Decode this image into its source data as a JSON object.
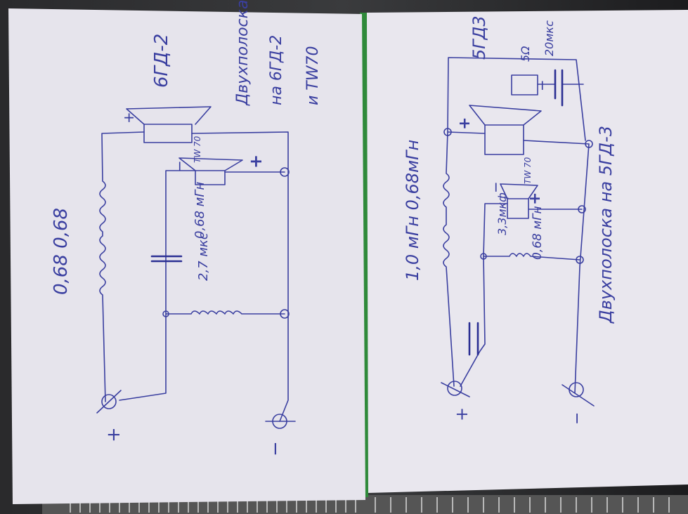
{
  "left_sheet": {
    "coil_values": "0,68  0,68",
    "woofer_label": "6ГД-2",
    "title_line1": "Двухполоска",
    "title_line2": "на 6ГД-2",
    "title_line3": "и ТW70",
    "tweeter_label": "ТW 70",
    "inductor_label": "0,68 мГн",
    "capacitor_label": "2,7 мкс",
    "plus_terminal": "+",
    "minus_terminal": "−",
    "woofer_plus": "+",
    "tweeter_minus": "−",
    "tweeter_plus": "+"
  },
  "right_sheet": {
    "coil_values": "1,0 мГн  0,68мГн",
    "woofer_label": "5ГД3",
    "resistor_label": "5Ω",
    "capacitor2_label": "20мкс",
    "title": "Двухполоска на 5ГД-3",
    "tweeter_label": "ТW 70",
    "capacitor_label": "3,3мкф",
    "inductor_label": "0,68 мГн",
    "plus_terminal": "+",
    "minus_terminal": "−",
    "woofer_plus": "+",
    "woofer_minus": "−",
    "tweeter_plus": "+",
    "tweeter_minus": "−"
  }
}
